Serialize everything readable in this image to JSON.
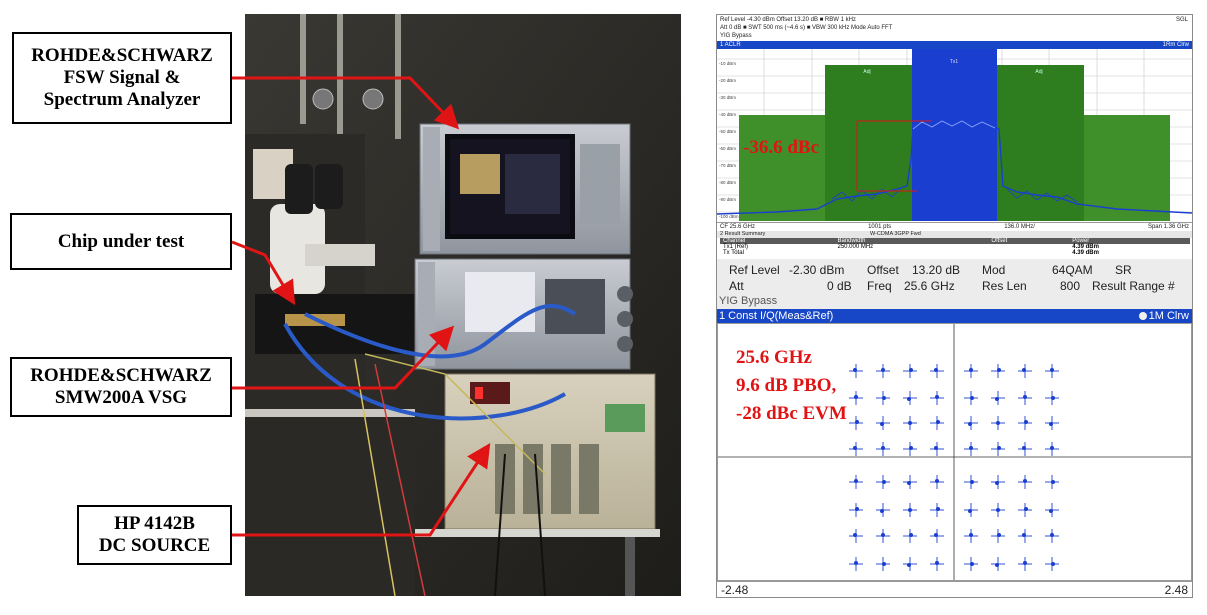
{
  "callouts": {
    "fsw": [
      "ROHDE&SCHWARZ",
      "FSW Signal &",
      "Spectrum Analyzer"
    ],
    "chip": [
      "Chip under test"
    ],
    "smw": [
      "ROHDE&SCHWARZ",
      "SMW200A VSG"
    ],
    "hp": [
      "HP 4142B",
      "DC SOURCE"
    ]
  },
  "aclr": {
    "hdr_line1": "Ref Level  -4.30 dBm   Offset        13.20 dB  ■ RBW     1 kHz",
    "hdr_line1_right": "SGL",
    "hdr_line2": "Att                  0 dB  ■ SWT   500 ms (~4.6 s)  ■ VBW  300 kHz   Mode  Auto FFT",
    "hdr_line3": "YIG Bypass",
    "title": "1 ACLR",
    "title_right": "1Rm Clrw",
    "y_ticks": [
      "-10 dBm",
      "-20 dBm",
      "-30 dBm",
      "-40 dBm",
      "-50 dBm",
      "-60 dBm",
      "-70 dBm",
      "-80 dBm",
      "-90 dBm",
      "-100 dBm"
    ],
    "channel_labels": {
      "adj_left": "Adj",
      "tx": "Tx1",
      "adj_right": "Adj"
    },
    "annotation": "-36.6 dBc",
    "footer": {
      "left": "CF 25.6 GHz",
      "center": "1001 pts",
      "right_mid": "136.0 MHz/",
      "right": "Span 1.36 GHz"
    },
    "summary_title": "2 Result Summary",
    "summary_center": "W-CDMA 3GPP Fwd",
    "table_headers": [
      "Channel",
      "Bandwidth",
      "Offset",
      "Power"
    ],
    "table_rows": [
      [
        "Tx1 (Ref)",
        "250.000 MHz",
        "",
        "4.39 dBm"
      ],
      [
        "Tx Total",
        "",
        "",
        "4.39 dBm"
      ]
    ]
  },
  "const": {
    "hdr": {
      "ref_label": "Ref Level",
      "ref_val": "-2.30 dBm",
      "offset_label": "Offset",
      "offset_val": "13.20 dB",
      "mod_label": "Mod",
      "mod_val": "64QAM",
      "sr_label": "SR",
      "att_label": "Att",
      "att_val": "0 dB",
      "freq_label": "Freq",
      "freq_val": "25.6 GHz",
      "reslen_label": "Res Len",
      "reslen_val": "800",
      "rr_label": "Result Range #",
      "yig": "YIG Bypass"
    },
    "title": "1 Const I/Q(Meas&Ref)",
    "title_right": "1M Clrw",
    "annot": [
      "25.6 GHz",
      "9.6 dB PBO,",
      "-28 dBc EVM"
    ],
    "axis_left": "-2.48",
    "axis_right": "2.48"
  },
  "colors": {
    "accent_red": "#e01414",
    "blue": "#1a3fd0",
    "green_band": "#2e7d1e",
    "green_light": "#3f8f2a"
  }
}
